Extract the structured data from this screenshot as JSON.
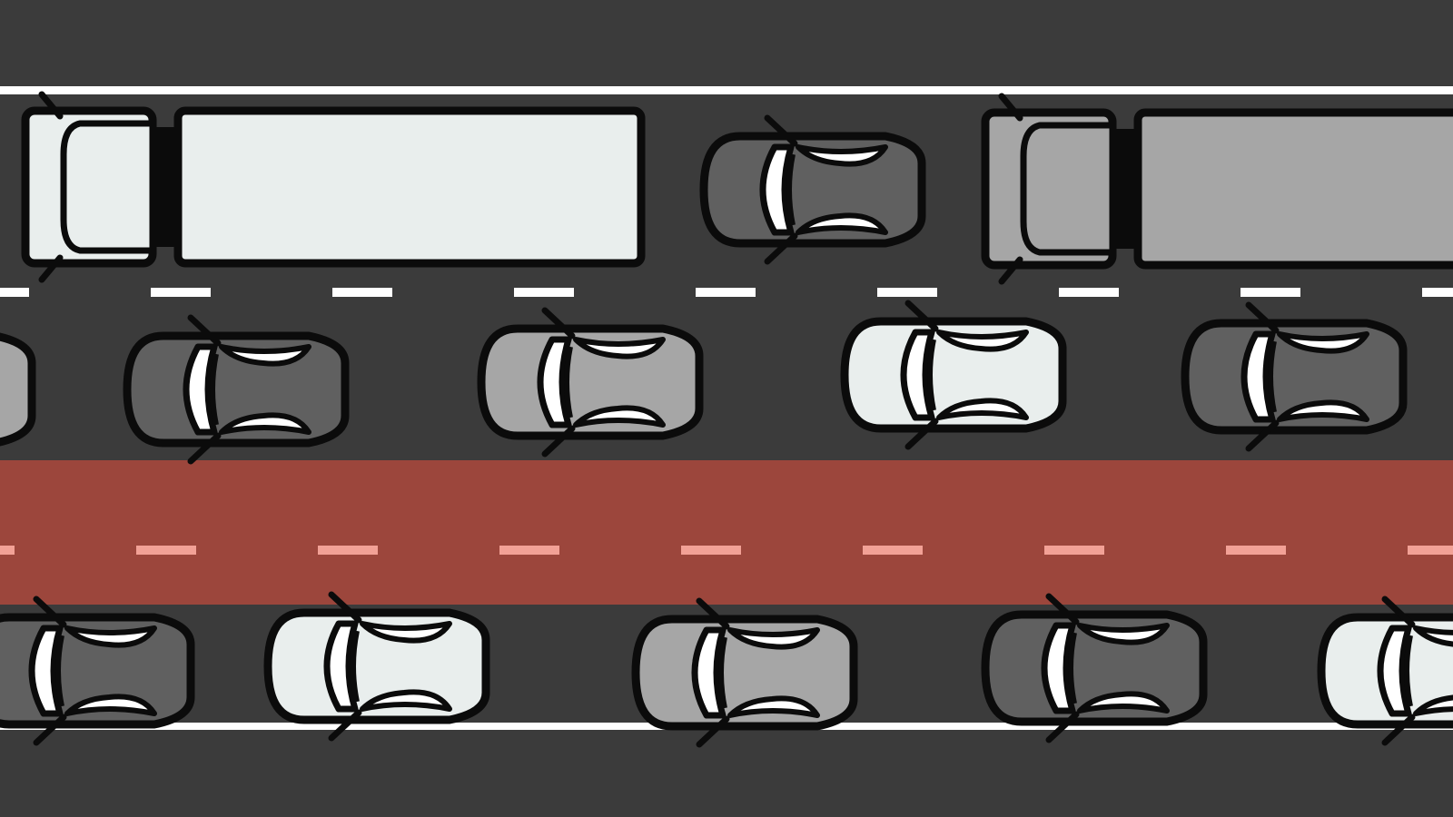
{
  "colors": {
    "asphalt": "#3b3b3b",
    "bus_lane": "#9c463c",
    "bus_lane_dash": "#f2a196",
    "line_white": "#ffffff",
    "outline": "#0b0b0b",
    "glass": "#ffffff"
  },
  "vehicles": {
    "trucks": [
      {
        "name": "truck-white",
        "body": "#e9eeed"
      },
      {
        "name": "truck-gray",
        "body": "#a6a6a6"
      }
    ],
    "cars": [
      {
        "name": "car-lane1-dark",
        "lane": 1,
        "body": "#606060"
      },
      {
        "name": "car-lane2-partial",
        "lane": 2,
        "body": "#a6a6a6"
      },
      {
        "name": "car-lane2-dark",
        "lane": 2,
        "body": "#606060"
      },
      {
        "name": "car-lane2-gray",
        "lane": 2,
        "body": "#a6a6a6"
      },
      {
        "name": "car-lane2-white",
        "lane": 2,
        "body": "#e9eeed"
      },
      {
        "name": "car-lane2-dark-right",
        "lane": 2,
        "body": "#606060"
      },
      {
        "name": "car-lane3-dark-left",
        "lane": 3,
        "body": "#606060"
      },
      {
        "name": "car-lane3-white",
        "lane": 3,
        "body": "#e9eeed"
      },
      {
        "name": "car-lane3-gray",
        "lane": 3,
        "body": "#a6a6a6"
      },
      {
        "name": "car-lane3-dark",
        "lane": 3,
        "body": "#606060"
      },
      {
        "name": "car-lane3-white-right",
        "lane": 3,
        "body": "#e9eeed"
      }
    ]
  }
}
